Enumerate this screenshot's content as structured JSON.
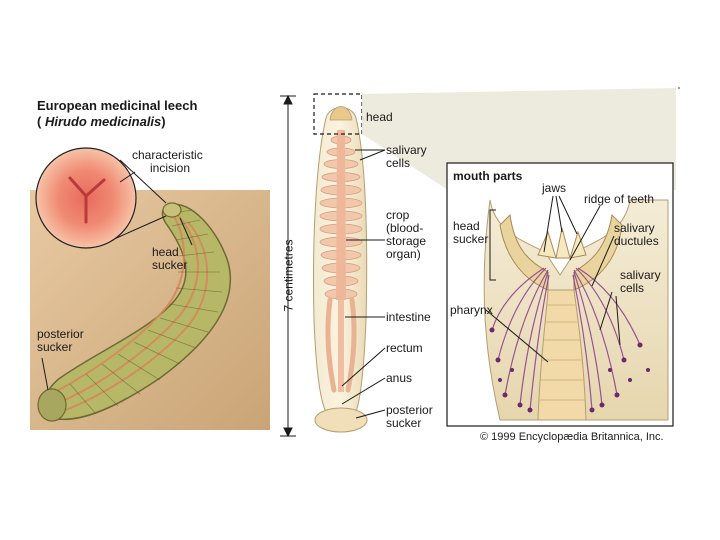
{
  "title": {
    "line1": "European medicinal leech",
    "open": "(",
    "species": "Hirudo medicinalis",
    "close": ")"
  },
  "left_labels": {
    "incision": [
      "characteristic",
      "incision"
    ],
    "head_sucker": [
      "head",
      "sucker"
    ],
    "posterior_sucker": [
      "posterior",
      "sucker"
    ]
  },
  "scale": {
    "label": "7 centimetres"
  },
  "middle_labels": {
    "head": "head",
    "salivary_cells": [
      "salivary",
      "cells"
    ],
    "crop": [
      "crop",
      "(blood-",
      "storage",
      "organ)"
    ],
    "intestine": "intestine",
    "rectum": "rectum",
    "anus": "anus",
    "posterior_sucker": [
      "posterior",
      "sucker"
    ]
  },
  "inset": {
    "title": "mouth parts",
    "jaws": "jaws",
    "ridge": "ridge of teeth",
    "head_sucker": [
      "head",
      "sucker"
    ],
    "salivary_ductules": [
      "salivary",
      "ductules"
    ],
    "salivary_cells": [
      "salivary",
      "cells"
    ],
    "pharynx": "pharynx"
  },
  "copyright": "© 1999 Encyclopædia Britannica, Inc.",
  "colors": {
    "panel_bg": "#d9b98f",
    "body_green": "#b8b86a",
    "stripe_orange": "#d98a5a",
    "gut_pink": "#f3c9b0",
    "inset_panel": "#efe5cc",
    "duct_purple": "#8a3a8a",
    "incision_red": "#e8706a"
  }
}
